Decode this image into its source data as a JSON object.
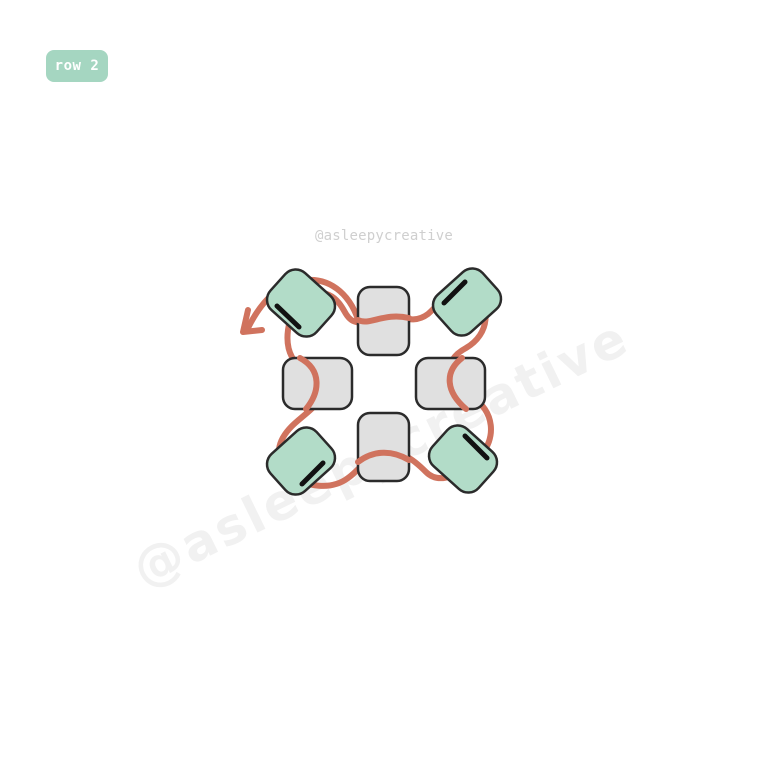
{
  "badge": {
    "label": "row 2"
  },
  "credit": {
    "handle": "@asleepycreative"
  },
  "watermark": {
    "text": "@asleepycreative"
  },
  "colors": {
    "badge_bg": "#a5d6c1",
    "badge_text": "#ffffff",
    "bead_green": "#b2dcc8",
    "bead_gray": "#e0e0e0",
    "bead_outline": "#2b2b2b",
    "thread": "#d0735e",
    "needle": "#111111",
    "watermark": "#f1f1f1",
    "credit_text": "#cfcfcf"
  },
  "icons": {
    "thread_direction": "arrow-left-icon",
    "thread_pass": "needle-icon"
  }
}
